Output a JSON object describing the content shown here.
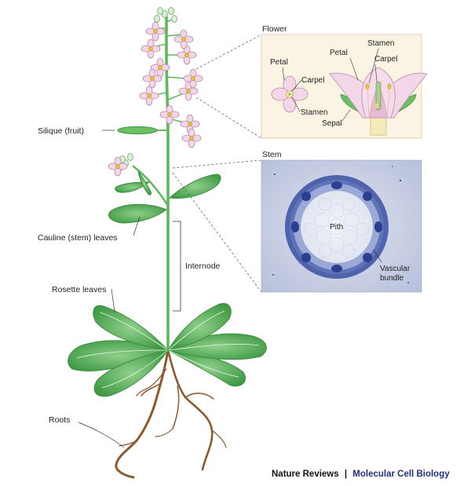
{
  "diagram": {
    "labels": {
      "silique": "Silique (fruit)",
      "cauline": "Cauline (stem) leaves",
      "internode": "Internode",
      "rosette": "Rosette leaves",
      "roots": "Roots"
    },
    "flower_inset": {
      "title": "Flower",
      "petal_left": "Petal",
      "carpel_left": "Carpel",
      "stamen_left": "Stamen",
      "petal_right": "Petal",
      "stamen_right": "Stamen",
      "carpel_right": "Carpel",
      "sepal": "Sepal"
    },
    "stem_inset": {
      "title": "Stem",
      "pith": "Pith",
      "vascular_line1": "Vascular",
      "vascular_line2": "bundle"
    }
  },
  "footer": {
    "journal": "Nature Reviews",
    "separator": "|",
    "section": "Molecular Cell Biology"
  },
  "colors": {
    "leaf": "#5cb85c",
    "leaf_dark": "#3f8f43",
    "stem": "#5fb85a",
    "root": "#8a5a2e",
    "petal": "#f3d6e8",
    "petal_edge": "#b48aa6",
    "anther": "#e8c33a",
    "inset_bg": "#fbf3e3",
    "micro_bg": "#c9d0e4",
    "tissue": "#3a4fa0",
    "brand_blue": "#22307f"
  }
}
